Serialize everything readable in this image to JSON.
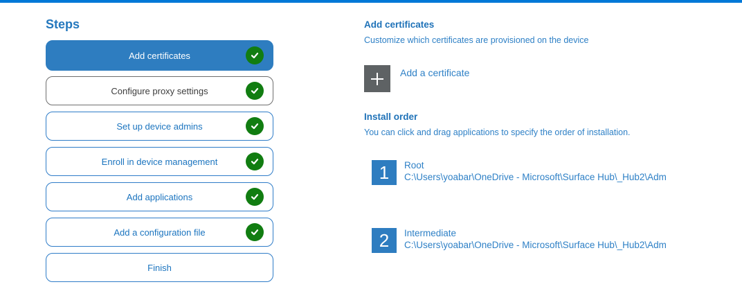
{
  "app": {
    "kind": "provisioning-wizard",
    "accent_color": "#0078D7"
  },
  "colors": {
    "accent_bar": "#0078D7",
    "active_step_bg": "#2E7DC0",
    "step_border_blue": "#2E7CC8",
    "step_border_gray": "#6E6E6E",
    "text_blue": "#1B74BF",
    "check_green": "#117D11",
    "plus_tile_gray": "#5E6264"
  },
  "icons": {
    "check": "check-icon",
    "plus": "plus-icon"
  },
  "sidebar": {
    "title": "Steps",
    "steps": [
      {
        "label": "Add certificates",
        "state": "active",
        "completed": true
      },
      {
        "label": "Configure proxy settings",
        "state": "neutral",
        "completed": true
      },
      {
        "label": "Set up device admins",
        "state": "default",
        "completed": true
      },
      {
        "label": "Enroll in device management",
        "state": "default",
        "completed": true
      },
      {
        "label": "Add applications",
        "state": "default",
        "completed": true
      },
      {
        "label": "Add a configuration file",
        "state": "default",
        "completed": true
      },
      {
        "label": "Finish",
        "state": "default",
        "completed": false
      }
    ]
  },
  "main": {
    "section": {
      "title": "Add certificates",
      "subtitle": "Customize which certificates are provisioned on the device"
    },
    "add_button": {
      "label": "Add a certificate"
    },
    "install_order": {
      "title": "Install order",
      "hint": "You can click and drag applications to specify the order of installation."
    },
    "certificates": [
      {
        "index": "1",
        "name": "Root",
        "path": "C:\\Users\\yoabar\\OneDrive - Microsoft\\Surface Hub\\_Hub2\\Adm"
      },
      {
        "index": "2",
        "name": "Intermediate",
        "path": "C:\\Users\\yoabar\\OneDrive - Microsoft\\Surface Hub\\_Hub2\\Adm"
      }
    ]
  }
}
